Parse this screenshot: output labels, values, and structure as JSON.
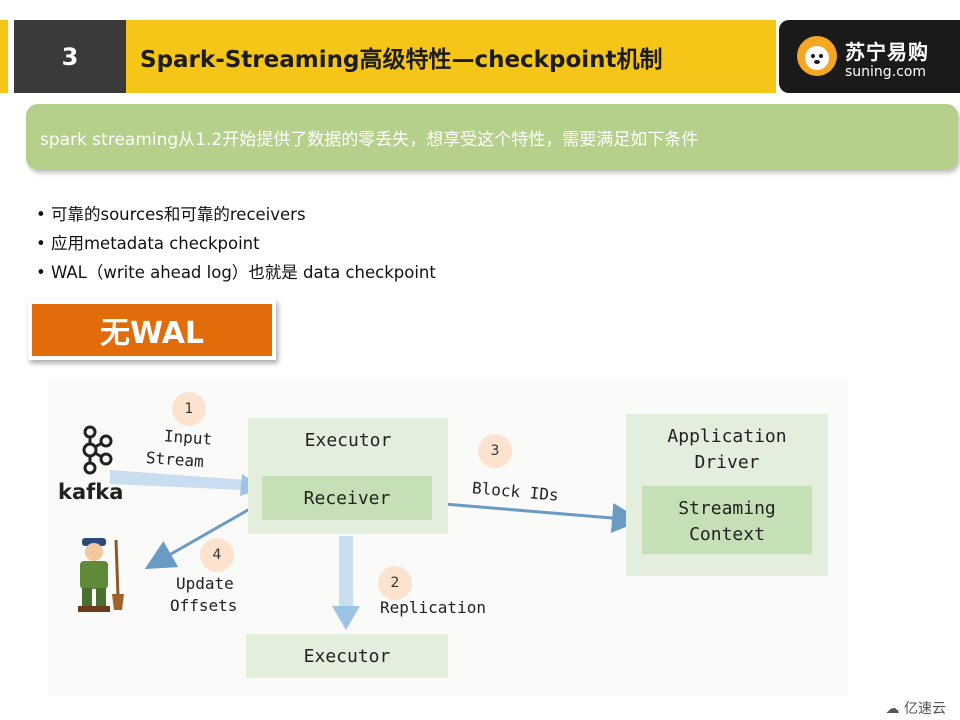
{
  "header": {
    "section_number": "3",
    "title": "Spark-Streaming高级特性—checkpoint机制",
    "logo_cn": "苏宁易购",
    "logo_en": "suning.com"
  },
  "subtitle": "spark streaming从1.2开始提供了数据的零丢失，想享受这个特性，需要满足如下条件",
  "bullets": [
    "可靠的sources和可靠的receivers",
    "应用metadata checkpoint",
    "WAL（write ahead log）也就是 data checkpoint"
  ],
  "tag": "无WAL",
  "diagram": {
    "executor_top": "Executor",
    "receiver": "Receiver",
    "executor_bottom": "Executor",
    "driver_line1": "Application",
    "driver_line2": "Driver",
    "context_line1": "Streaming",
    "context_line2": "Context",
    "kafka": "kafka",
    "steps": [
      {
        "num": "1",
        "line1": "Input",
        "line2": "Stream"
      },
      {
        "num": "2",
        "line1": "Replication",
        "line2": ""
      },
      {
        "num": "3",
        "line1": "Block IDs",
        "line2": ""
      },
      {
        "num": "4",
        "line1": "Update",
        "line2": "Offsets"
      }
    ]
  },
  "watermark": "亿速云",
  "colors": {
    "header_yellow": "#f5c518",
    "header_dark": "#3a3a3a",
    "subtitle_green": "#b5d08b",
    "tag_orange": "#e36c0a",
    "box_green": "#e3efdc",
    "inner_green": "#c5e0b6",
    "arrow_blue": "#6a9bc4"
  }
}
